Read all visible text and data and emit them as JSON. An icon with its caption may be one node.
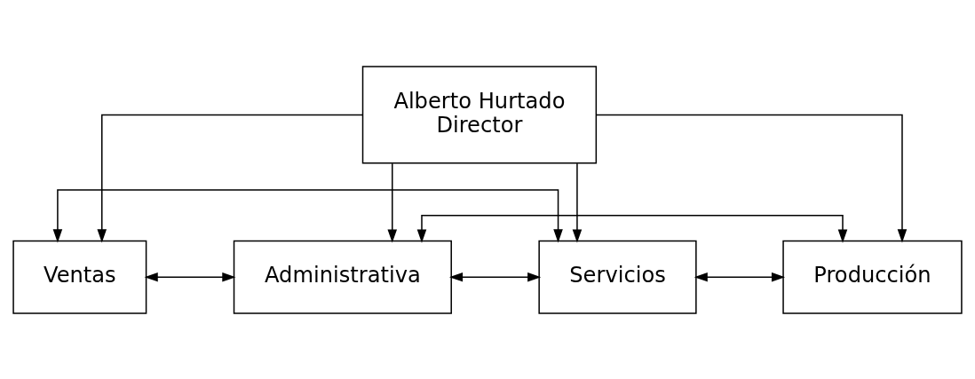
{
  "diagram": {
    "nodes": [
      {
        "text": [
          "Alberto Hurtado",
          "Director"
        ]
      },
      {
        "text": [
          "Ventas"
        ]
      },
      {
        "text": [
          "Administrativa"
        ]
      },
      {
        "text": [
          "Servicios"
        ]
      },
      {
        "text": [
          "Producción"
        ]
      }
    ],
    "edges": [
      {
        "from": 0,
        "to": 1,
        "arrow": "to"
      },
      {
        "from": 0,
        "to": 2,
        "arrow": "to"
      },
      {
        "from": 0,
        "to": 3,
        "arrow": "to"
      },
      {
        "from": 0,
        "to": 4,
        "arrow": "to"
      },
      {
        "from": 1,
        "to": 2,
        "arrow": "both"
      },
      {
        "from": 2,
        "to": 3,
        "arrow": "both"
      },
      {
        "from": 3,
        "to": 4,
        "arrow": "both"
      },
      {
        "from": 1,
        "to": 3,
        "arrow": "both"
      },
      {
        "from": 2,
        "to": 4,
        "arrow": "both"
      }
    ]
  }
}
